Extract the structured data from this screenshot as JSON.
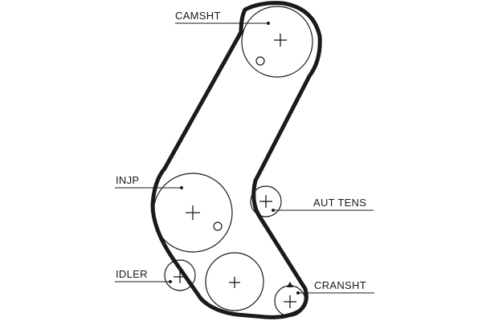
{
  "colors": {
    "ink": "#1a1a1a",
    "background": "#ffffff"
  },
  "labels": {
    "camshaft": "CAMSHT",
    "injection_pump": "INJP",
    "auto_tensioner": "AUT TENS",
    "idler": "IDLER",
    "crankshaft": "CRANSHT"
  }
}
